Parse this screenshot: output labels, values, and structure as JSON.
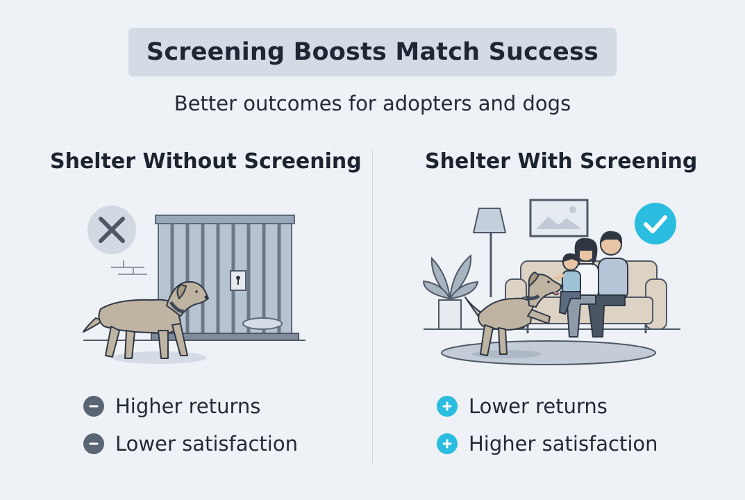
{
  "title": "Screening Boosts Match Success",
  "subtitle": "Better outcomes for adopters and dogs",
  "left": {
    "heading": "Shelter Without Screening",
    "status_icon": "x-icon",
    "bullets": [
      {
        "icon": "minus-icon",
        "text": "Higher returns"
      },
      {
        "icon": "minus-icon",
        "text": "Lower satisfaction"
      }
    ]
  },
  "right": {
    "heading": "Shelter With Screening",
    "status_icon": "check-icon",
    "bullets": [
      {
        "icon": "plus-icon",
        "text": "Lower returns"
      },
      {
        "icon": "plus-icon",
        "text": "Higher satisfaction"
      }
    ]
  },
  "colors": {
    "background": "#eef1f5",
    "title_box": "#d3dbe5",
    "negative": "#5a6573",
    "positive": "#2bbde0"
  }
}
